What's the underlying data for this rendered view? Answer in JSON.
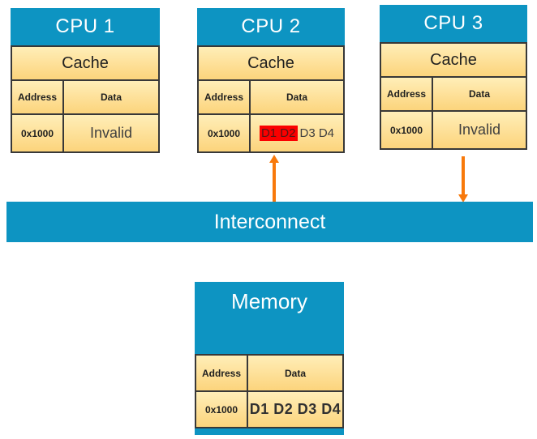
{
  "colors": {
    "box_blue": "#0d94c2",
    "cream_gradient_top": "#ffeeb8",
    "cream_gradient_bottom": "#fcd47c",
    "table_border": "#383838",
    "connector_orange": "#f8790b",
    "highlight_red": "#fa0000",
    "value_text": "#404040",
    "title_text": "#ffffff"
  },
  "cpus": [
    {
      "title": "CPU 1",
      "cache_label": "Cache",
      "address_header": "Address",
      "data_header": "Data",
      "row": {
        "address": "0x1000",
        "value": "Invalid"
      }
    },
    {
      "title": "CPU 2",
      "cache_label": "Cache",
      "address_header": "Address",
      "data_header": "Data",
      "row": {
        "address": "0x1000",
        "value_highlighted": "D1 D2",
        "value_rest": "D3 D4"
      }
    },
    {
      "title": "CPU 3",
      "cache_label": "Cache",
      "address_header": "Address",
      "data_header": "Data",
      "row": {
        "address": "0x1000",
        "value": "Invalid"
      }
    }
  ],
  "interconnect": {
    "label": "Interconnect"
  },
  "memory": {
    "title": "Memory",
    "address_header": "Address",
    "data_header": "Data",
    "row": {
      "address": "0x1000",
      "value": "D1 D2 D3 D4"
    }
  },
  "connectors": [
    {
      "name": "cpu2-interconnect",
      "direction": "up"
    },
    {
      "name": "cpu3-interconnect",
      "direction": "down"
    }
  ]
}
